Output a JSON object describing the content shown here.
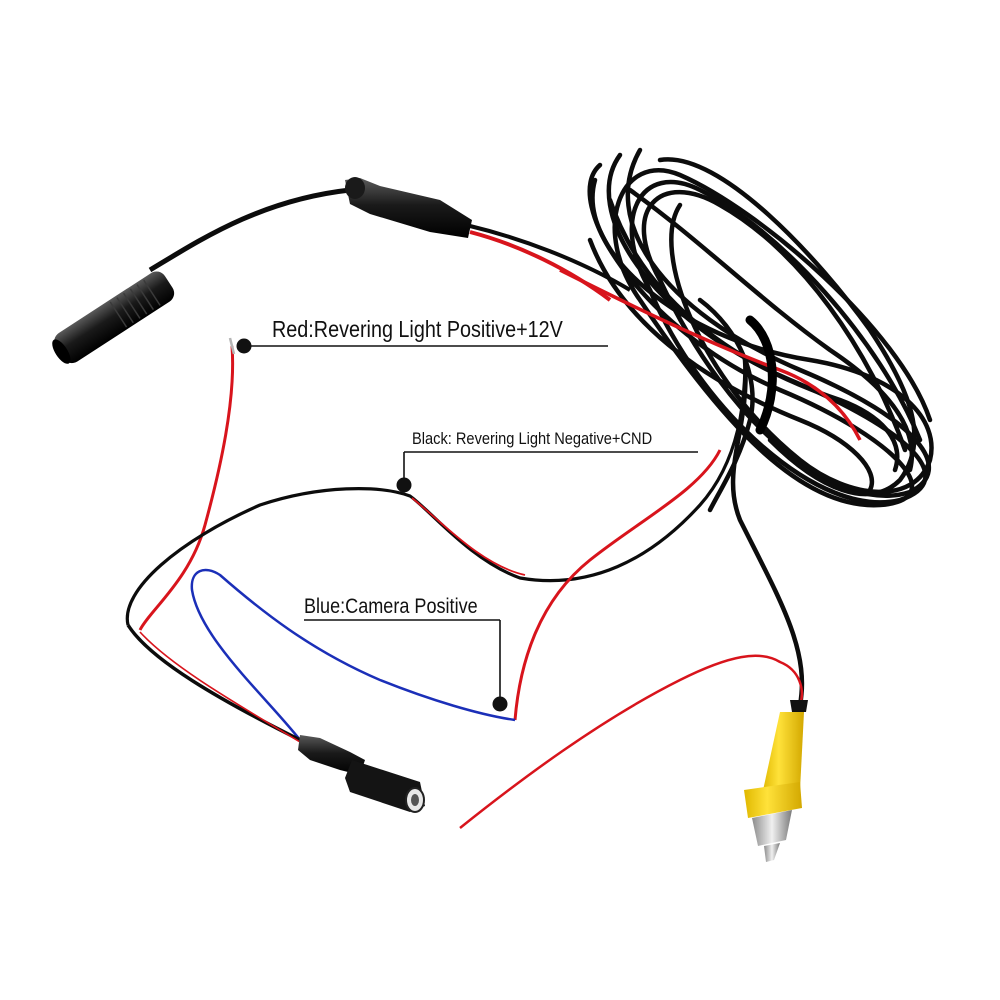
{
  "labels": {
    "red_wire": "Red:Revering Light Positive+12V",
    "black_wire": "Black: Revering Light Negative+CND",
    "blue_wire": "Blue:Camera Positive"
  },
  "colors": {
    "background": "#ffffff",
    "cable_black": "#0c0c0c",
    "wire_red": "#d8141c",
    "wire_blue": "#1b2fb8",
    "rca_yellow": "#f2d000",
    "callout_line": "#111111"
  }
}
